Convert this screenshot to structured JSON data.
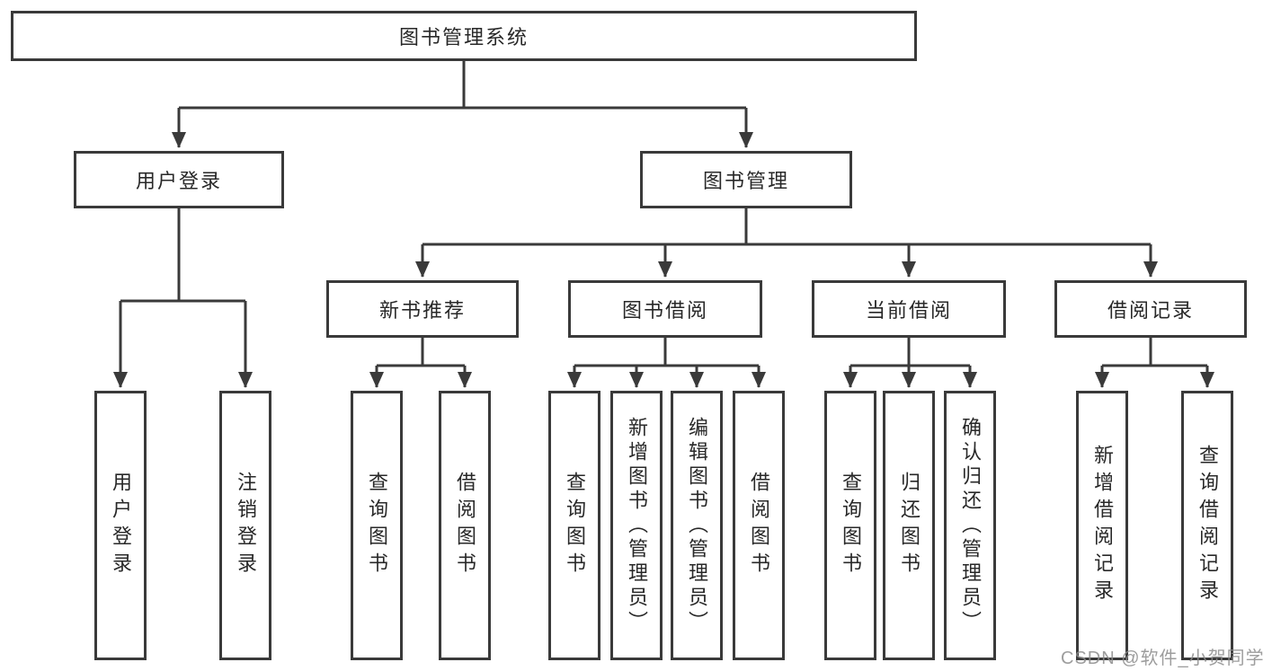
{
  "diagram": {
    "root": {
      "label": "图书管理系统"
    },
    "level2": [
      {
        "id": "user-login",
        "label": "用户登录"
      },
      {
        "id": "book-management",
        "label": "图书管理"
      }
    ],
    "level3": [
      {
        "id": "new-book-recommendation",
        "label": "新书推荐"
      },
      {
        "id": "book-borrowing",
        "label": "图书借阅"
      },
      {
        "id": "current-borrowing",
        "label": "当前借阅"
      },
      {
        "id": "borrowing-records",
        "label": "借阅记录"
      }
    ],
    "leaves": [
      {
        "group": "用户登录",
        "label": "用户登录"
      },
      {
        "group": "用户登录",
        "label": "注销登录"
      },
      {
        "group": "新书推荐",
        "label": "查询图书"
      },
      {
        "group": "新书推荐",
        "label": "借阅图书"
      },
      {
        "group": "图书借阅",
        "label": "查询图书"
      },
      {
        "group": "图书借阅",
        "label": "新增图书（管理员）"
      },
      {
        "group": "图书借阅",
        "label": "编辑图书（管理员）"
      },
      {
        "group": "图书借阅",
        "label": "借阅图书"
      },
      {
        "group": "当前借阅",
        "label": "查询图书"
      },
      {
        "group": "当前借阅",
        "label": "归还图书"
      },
      {
        "group": "当前借阅",
        "label": "确认归还（管理员）"
      },
      {
        "group": "借阅记录",
        "label": "新增借阅记录"
      },
      {
        "group": "借阅记录",
        "label": "查询借阅记录"
      }
    ]
  },
  "watermark": {
    "text": "CSDN @软件_小贺同学"
  },
  "colors": {
    "line": "#3a3a3a",
    "text": "#282828",
    "background": "#ffffff",
    "watermark": "#8c8c8c"
  }
}
